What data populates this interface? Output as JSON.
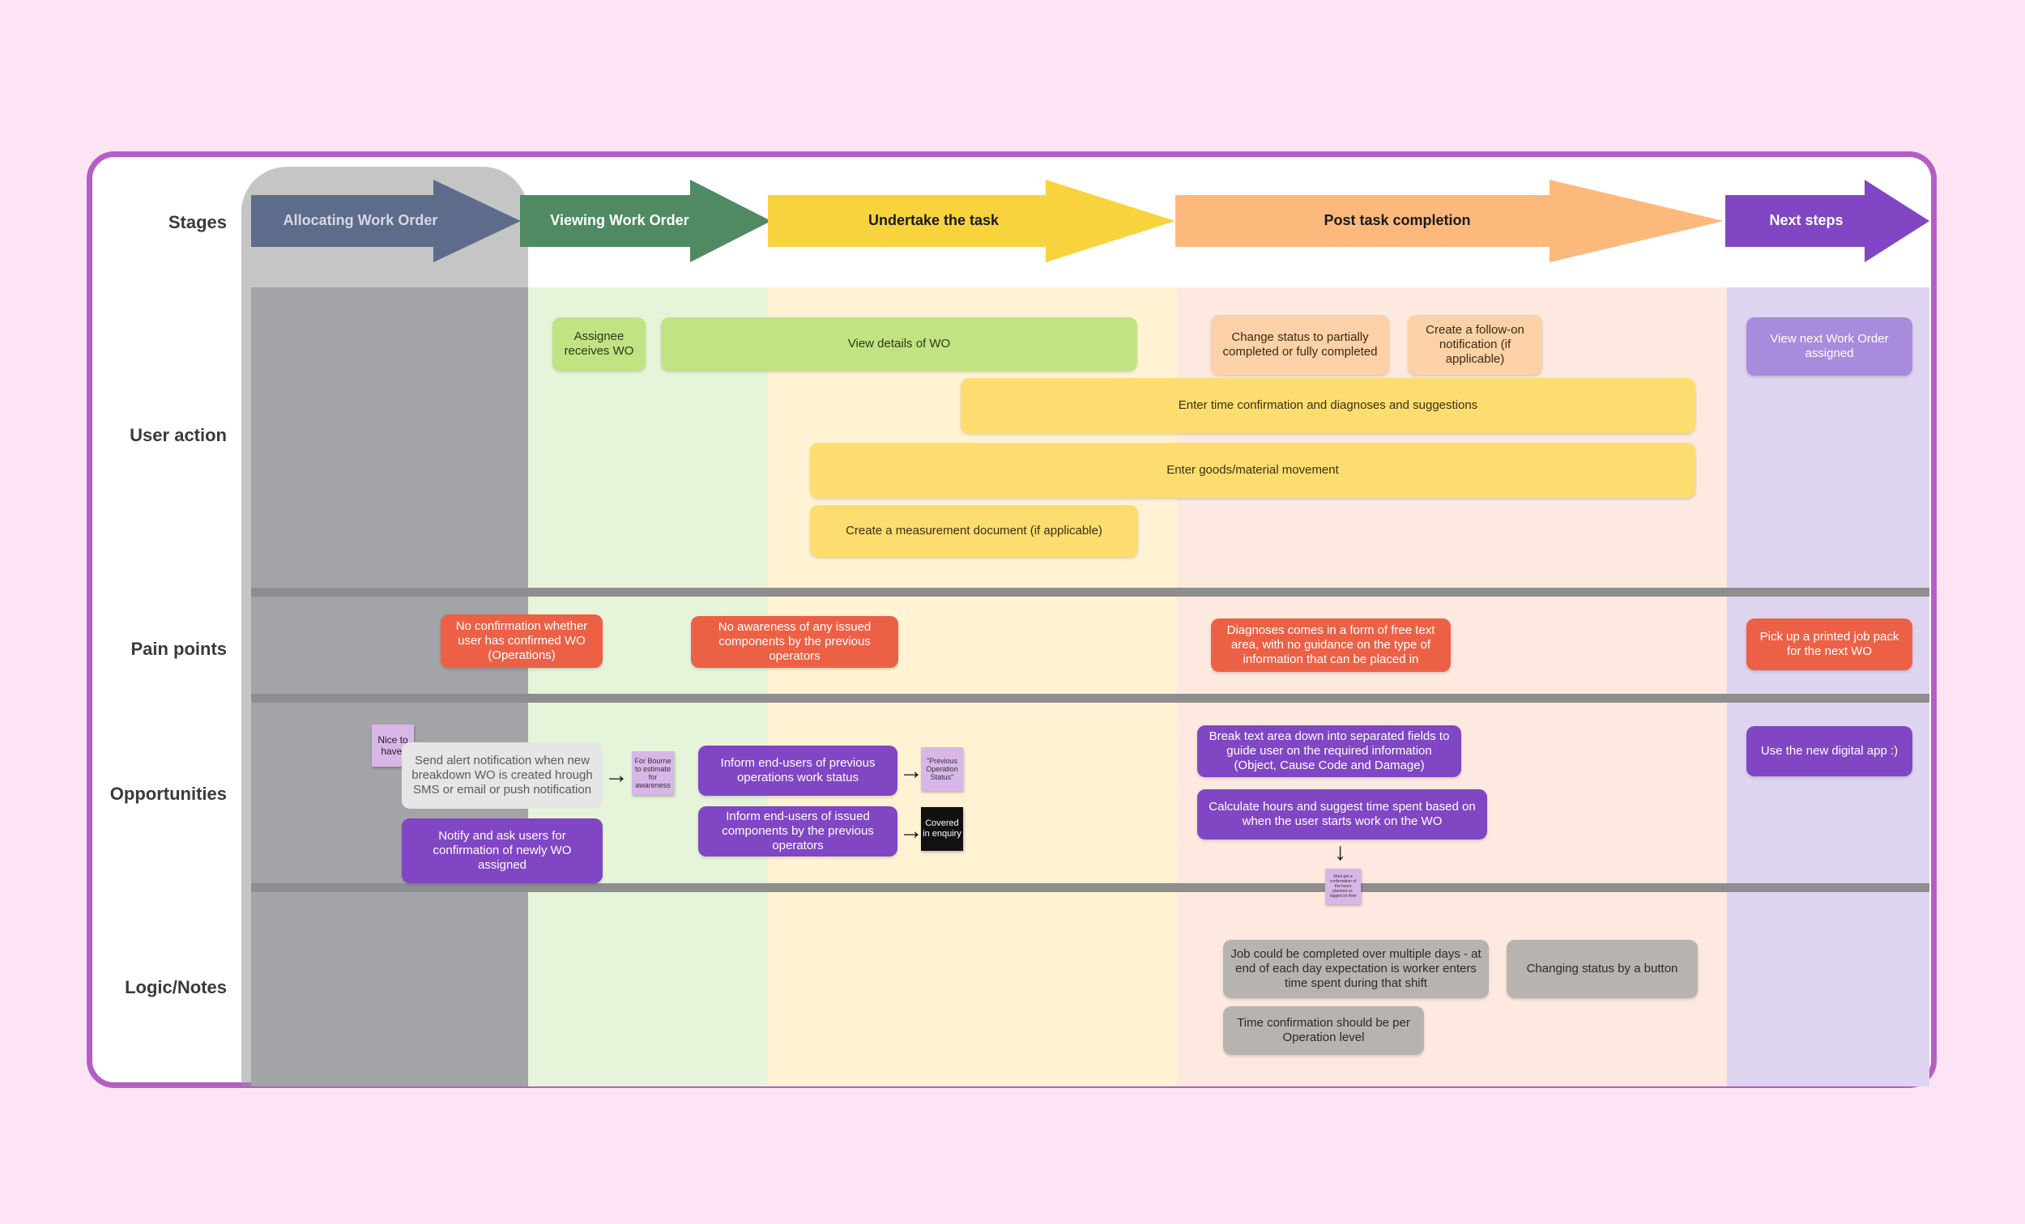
{
  "rows": {
    "stages": "Stages",
    "user_action": "User action",
    "pain_points": "Pain points",
    "opportunities": "Opportunities",
    "logic_notes": "Logic/Notes"
  },
  "stages": [
    {
      "label": "Allocating Work Order",
      "color": "#5e6c8c"
    },
    {
      "label": "Viewing Work Order",
      "color": "#4f8a62"
    },
    {
      "label": "Undertake the task",
      "color": "#f9d33d"
    },
    {
      "label": "Post task completion",
      "color": "#fdb87c"
    },
    {
      "label": "Next steps",
      "color": "#8046c4"
    }
  ],
  "user_actions": {
    "assignee_receives": "Assignee receives WO",
    "view_details": "View details of WO",
    "change_status": "Change status to partially completed or fully completed",
    "follow_on": "Create a follow-on notification (if applicable)",
    "view_next": "View next Work Order assigned",
    "time_confirmation": "Enter time confirmation and diagnoses and suggestions",
    "goods_movement": "Enter goods/material movement",
    "measurement_doc": "Create a measurement document (if applicable)"
  },
  "pain_points": {
    "no_confirmation": "No confirmation whether user has confirmed WO (Operations)",
    "no_awareness": "No awareness of any issued components by the previous operators",
    "diagnoses": "Diagnoses comes in a form of free text area, with no guidance on the type of information that can be placed in",
    "printed_pack": "Pick up a printed job pack for the next WO"
  },
  "opportunities": {
    "nice_to_have": "Nice to have:",
    "send_alert": "Send alert notification when new breakdown WO is created hrough SMS or email or push notification",
    "for_bourne": "For Bourne to estimate for awareness",
    "notify_ask": "Notify and ask users for confirmation of newly WO assigned",
    "inform_status": "Inform end-users of previous operations work status",
    "previous_op_status": "\"Previous Operation Status\"",
    "inform_issued": "Inform end-users of issued components by the previous operators",
    "covered_enquiry": "Covered in enquiry",
    "break_text": "Break text area down into separated fields to guide user on the required information (Object, Cause Code and Damage)",
    "calculate_hours": "Calculate hours and suggest time spent based on when the user starts work on the WO",
    "tiny_note": "Must get a confirmation of the hours planned vs. logged on time",
    "use_app": "Use the new digital app :)"
  },
  "notes": {
    "multiple_days": "Job could be completed over multiple days - at end of each day expectation is worker enters time spent during that shift",
    "changing_status": "Changing status by a button",
    "operation_level": "Time confirmation should be per Operation level"
  },
  "colors": {
    "frame": "#b45ec5",
    "background": "#fce4f5",
    "lane_gray": "#b1b6bf",
    "lane_green": "#e6f4da",
    "lane_yellow": "#fff3d4",
    "lane_peach": "#fde9df",
    "lane_lavender": "#ded4ef"
  }
}
